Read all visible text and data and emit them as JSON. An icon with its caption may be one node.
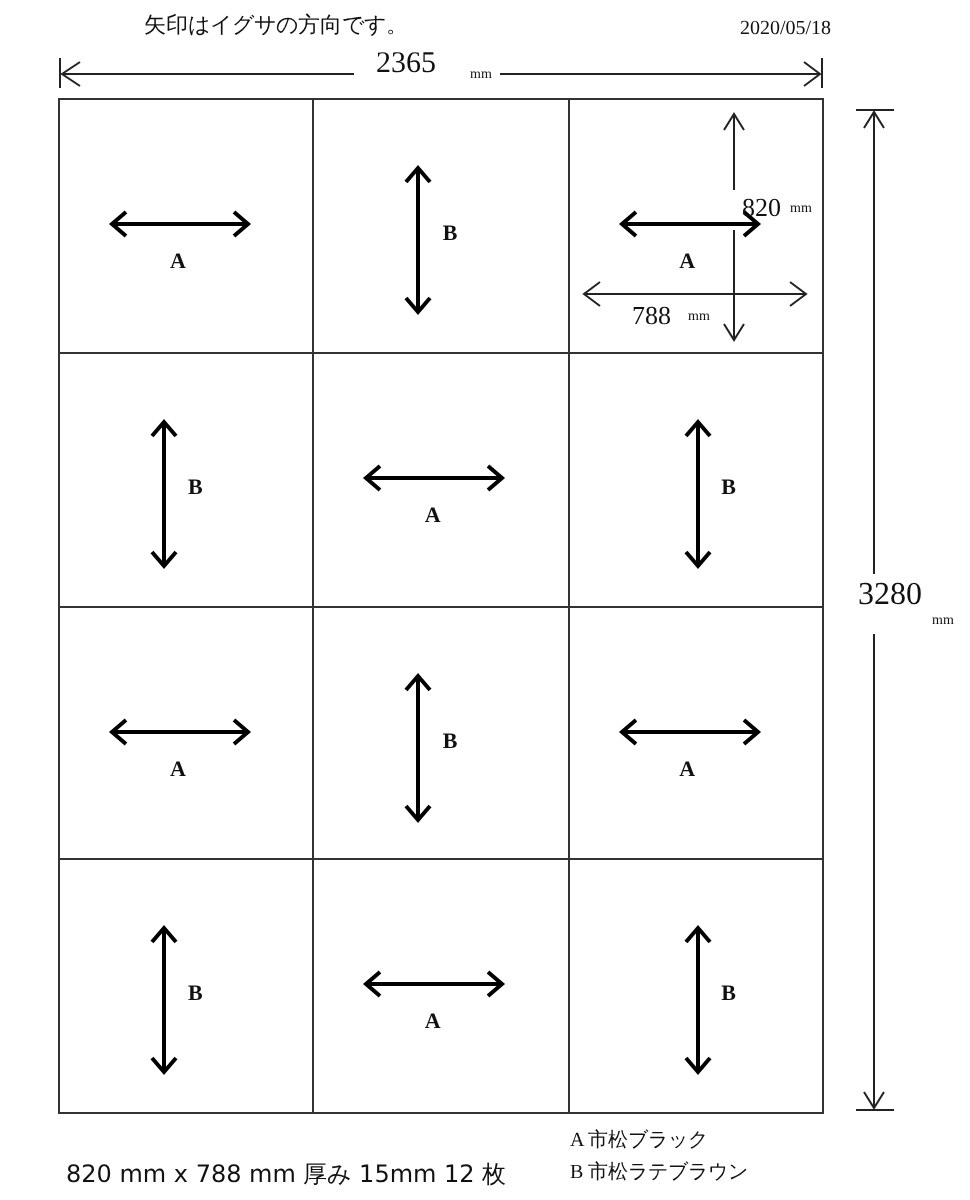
{
  "diagram": {
    "nodes": [
      {
        "text": [
          "A"
        ]
      },
      {
        "text": [
          "B"
        ]
      },
      {
        "text": [
          "A"
        ]
      },
      {
        "text": [
          "B"
        ]
      },
      {
        "text": [
          "A"
        ]
      },
      {
        "text": [
          "B"
        ]
      },
      {
        "text": [
          "A"
        ]
      },
      {
        "text": [
          "B"
        ]
      },
      {
        "text": [
          "A"
        ]
      },
      {
        "text": [
          "B"
        ]
      },
      {
        "text": [
          "A"
        ]
      },
      {
        "text": [
          "B"
        ]
      }
    ],
    "labels": [
      "矢印はイグサの方向です。",
      "2020/05/18",
      "2365",
      "mm",
      "820",
      "mm",
      "788",
      "mm",
      "3280",
      "mm",
      "820 mm x 788 mm  厚み 15mm 12 枚",
      "A 市松ブラック",
      "B  市松ラテブラウン"
    ]
  }
}
